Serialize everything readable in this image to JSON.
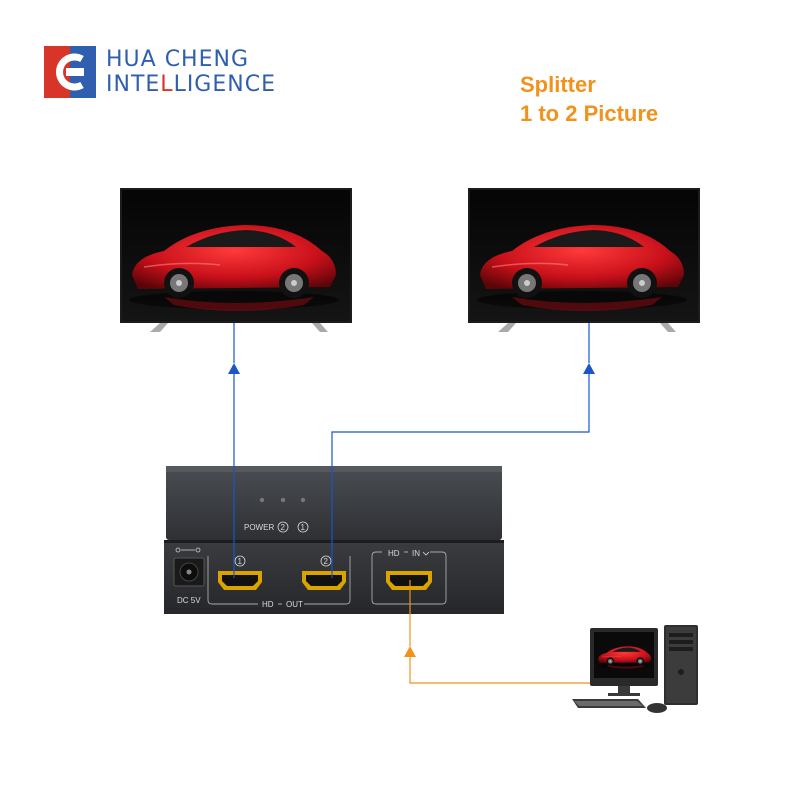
{
  "brand": {
    "line1": "HUA CHENG",
    "line2_a": "INTE",
    "line2_b": "L",
    "line2_c": "LIGENCE",
    "colors": {
      "blue": "#2f5fae",
      "red": "#d8352a"
    },
    "logo_icon": "hc-logo-mark"
  },
  "title": {
    "line1": "Splitter",
    "line2": "1 to 2 Picture",
    "color": "#f0921b"
  },
  "device": {
    "power_label": "POWER",
    "led_2_label": "2",
    "led_1_label": "1",
    "dc_label": "DC 5V",
    "out_port_1_label": "1",
    "out_port_2_label": "2",
    "hd_out_label_a": "HD",
    "hd_out_label_b": "OUT",
    "in_label_a": "HD",
    "in_label_b": "IN"
  },
  "connections": {
    "output_color": "#1a56c8",
    "input_color": "#f0921b"
  },
  "icons": {
    "tv_left": "tv-icon",
    "tv_right": "tv-icon",
    "car": "sports-car-image",
    "pc": "desktop-computer-icon"
  }
}
